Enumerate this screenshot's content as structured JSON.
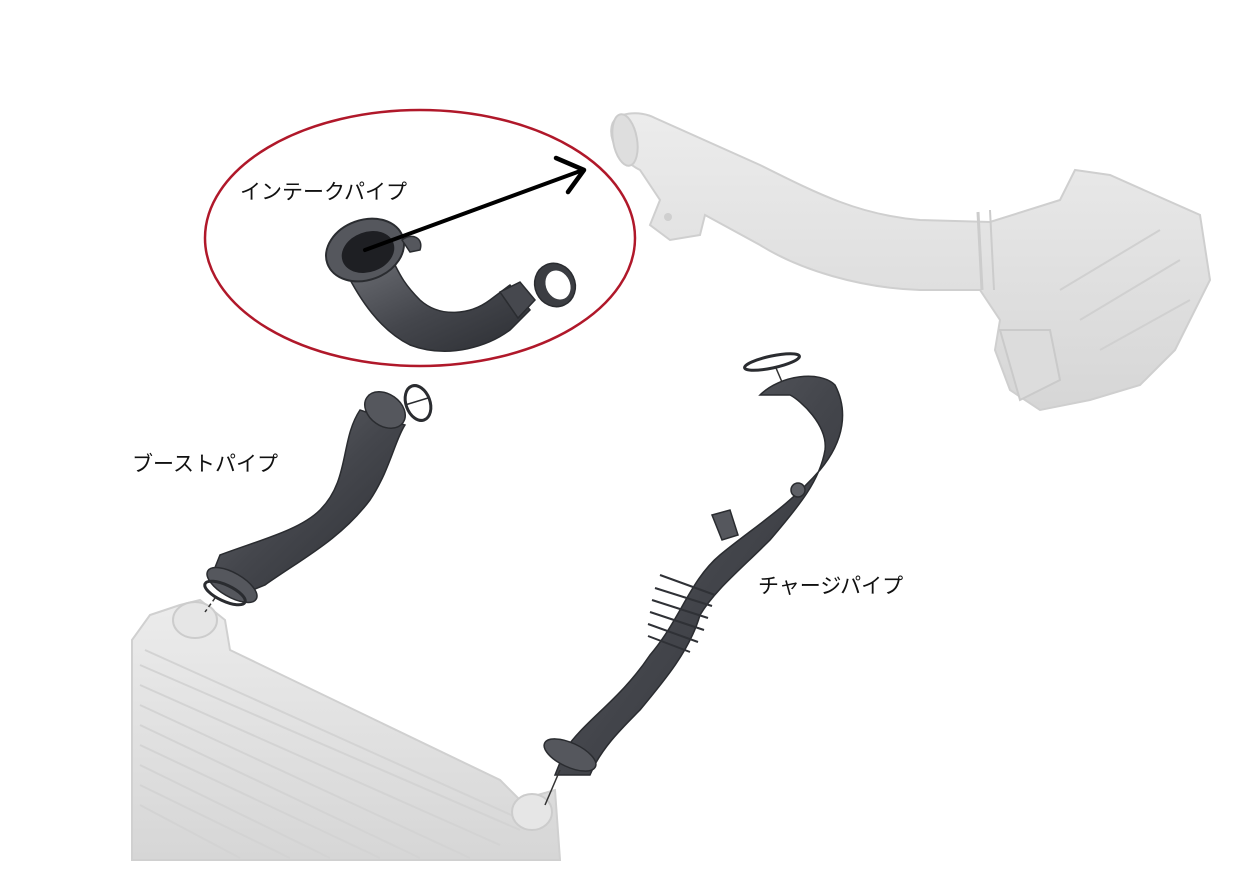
{
  "diagram": {
    "title": "",
    "colors": {
      "background": "#ffffff",
      "highlight_ellipse": "#b0182a",
      "arrow": "#000000",
      "dark_part": "#4a4c52",
      "dark_part_shade": "#2e3036",
      "faded_part": "#e2e2e2",
      "faded_part_edge": "#cfcfcf"
    },
    "labels": {
      "intake_pipe": "インテークパイプ",
      "boost_pipe": "ブーストパイプ",
      "charge_pipe": "チャージパイプ"
    },
    "parts": [
      {
        "id": "intake-pipe",
        "label": "インテークパイプ",
        "highlighted": true
      },
      {
        "id": "boost-pipe",
        "label": "ブーストパイプ",
        "highlighted": false
      },
      {
        "id": "charge-pipe",
        "label": "チャージパイプ",
        "highlighted": false
      },
      {
        "id": "air-duct-filter-housing",
        "label": "",
        "highlighted": false
      },
      {
        "id": "intercooler",
        "label": "",
        "highlighted": false
      }
    ],
    "annotations": [
      {
        "type": "ellipse",
        "target": "intake-pipe",
        "color": "#b0182a"
      },
      {
        "type": "arrow",
        "from": "intake-pipe",
        "to": "air-duct-filter-housing",
        "color": "#000000"
      }
    ]
  }
}
